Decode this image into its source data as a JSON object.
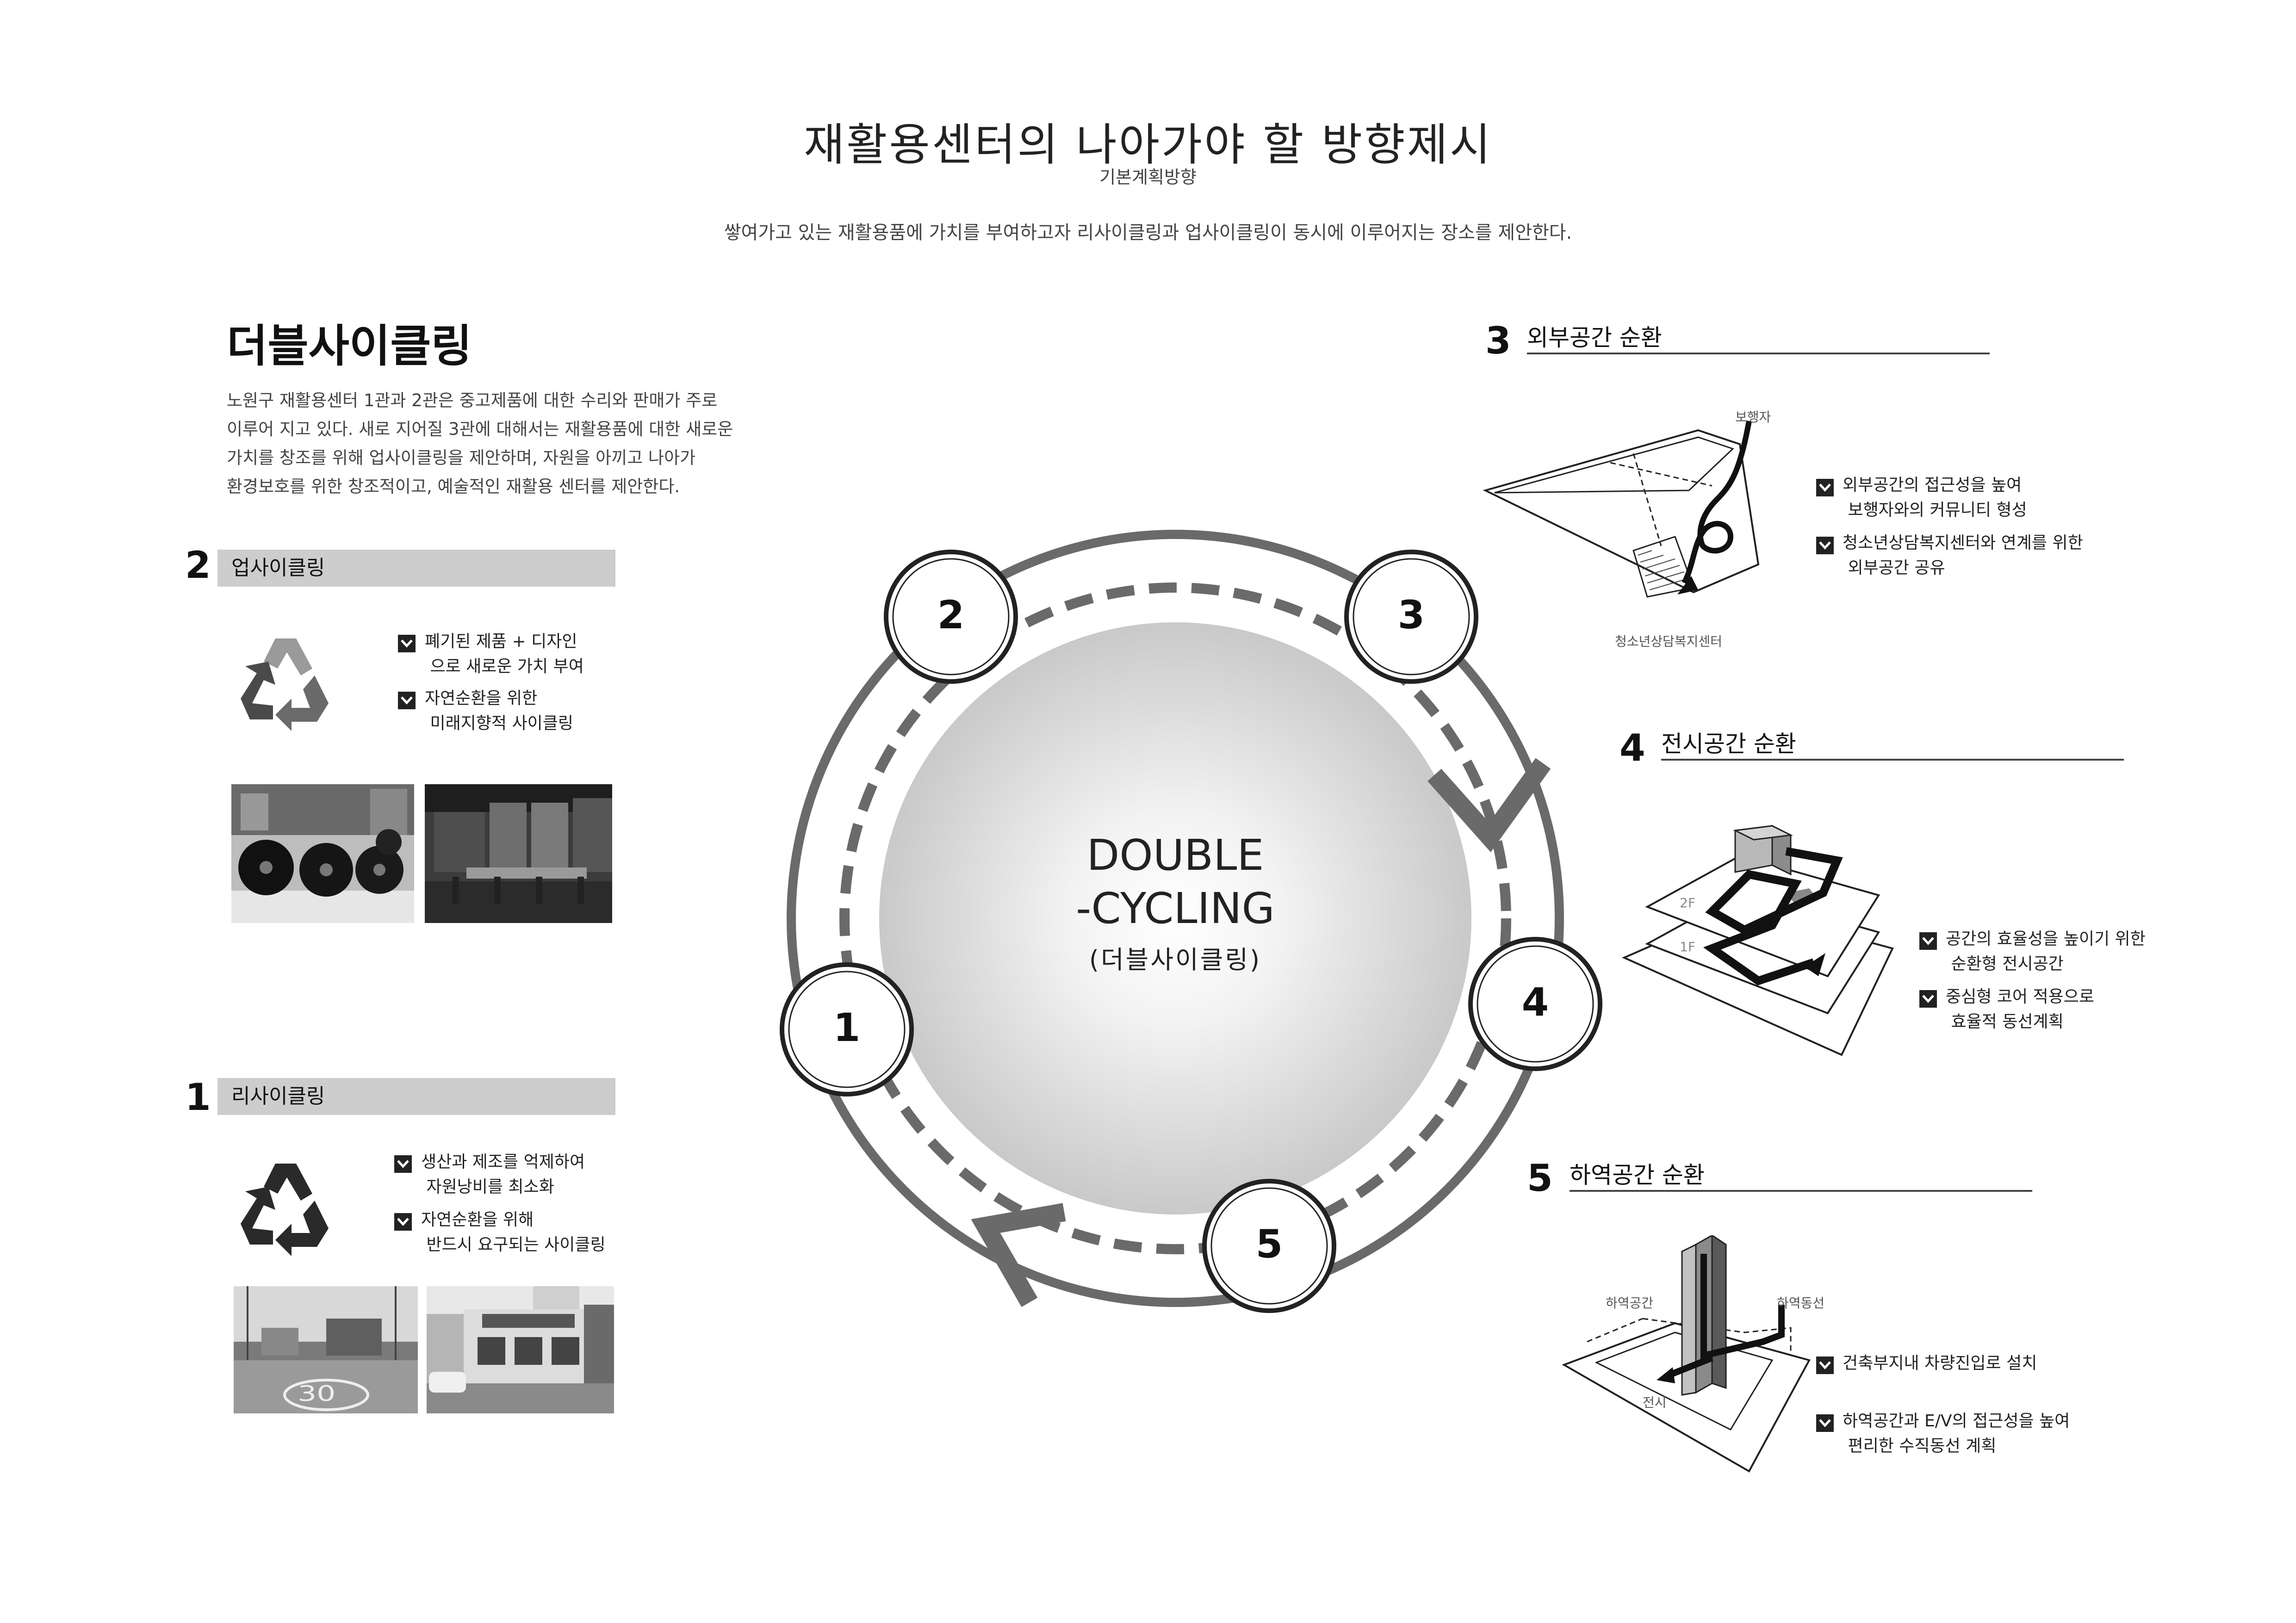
{
  "header": {
    "title": "재활용센터의 나아가야 할 방향제시",
    "subtitle": "기본계획방향",
    "intro": "쌓여가고 있는 재활용품에 가치를 부여하고자 리사이클링과 업사이클링이 동시에 이루어지는 장소를 제안한다."
  },
  "double_cycling": {
    "heading": "더블사이클링",
    "paragraph_lines": [
      "노원구 재활용센터 1관과 2관은 중고제품에 대한 수리와 판매가 주로",
      "이루어 지고 있다. 새로 지어질 3관에 대해서는 재활용품에 대한 새로운",
      "가치를 창조를 위해 업사이클링을 제안하며,   자원을 아끼고 나아가",
      "환경보호를 위한 창조적이고, 예술적인 재활용 센터를 제안한다."
    ]
  },
  "upcycling": {
    "number": "2",
    "label": "업사이클링",
    "bullets": [
      "폐기된 제품 + 디자인\n 으로 새로운 가치 부여",
      "자연순환을 위한\n 미래지향적 사이클링"
    ]
  },
  "recycling": {
    "number": "1",
    "label": "리사이클링",
    "bullets": [
      "생산과 제조를 억제하여\n 자원낭비를 최소화",
      "자연순환을 위해\n 반드시 요구되는 사이클링"
    ],
    "road_marking": "30"
  },
  "cycle": {
    "center_line1": "DOUBLE",
    "center_line2": "-CYCLING",
    "center_line3": "(더블사이클링)",
    "nodes": [
      "1",
      "2",
      "3",
      "4",
      "5"
    ]
  },
  "outdoor": {
    "number": "3",
    "title": "외부공간 순환",
    "label_pedestrian": "보행자",
    "label_center": "청소년상담복지센터",
    "bullets": [
      "외부공간의 접근성을 높여\n 보행자와의 커뮤니티 형성",
      "청소년상담복지센터와 연계를 위한\n 외부공간 공유"
    ]
  },
  "exhibition": {
    "number": "4",
    "title": "전시공간 순환",
    "label_2f": "2F",
    "label_1f": "1F",
    "bullets": [
      "공간의 효율성을 높이기 위한\n 순환형 전시공간",
      "중심형 코어 적용으로\n 효율적 동선계획"
    ]
  },
  "unloading": {
    "number": "5",
    "title": "하역공간 순환",
    "label_space": "하역공간",
    "label_route": "하역동선",
    "label_exhibit": "전시",
    "bullets": [
      "건축부지내 차량진입로 설치",
      "하역공간과 E/V의 접근성을 높여\n 편리한 수직동선 계획"
    ]
  },
  "colors": {
    "text": "#222222",
    "bar": "#cdcdcd",
    "cycle_gray": "#6a6a6a"
  }
}
